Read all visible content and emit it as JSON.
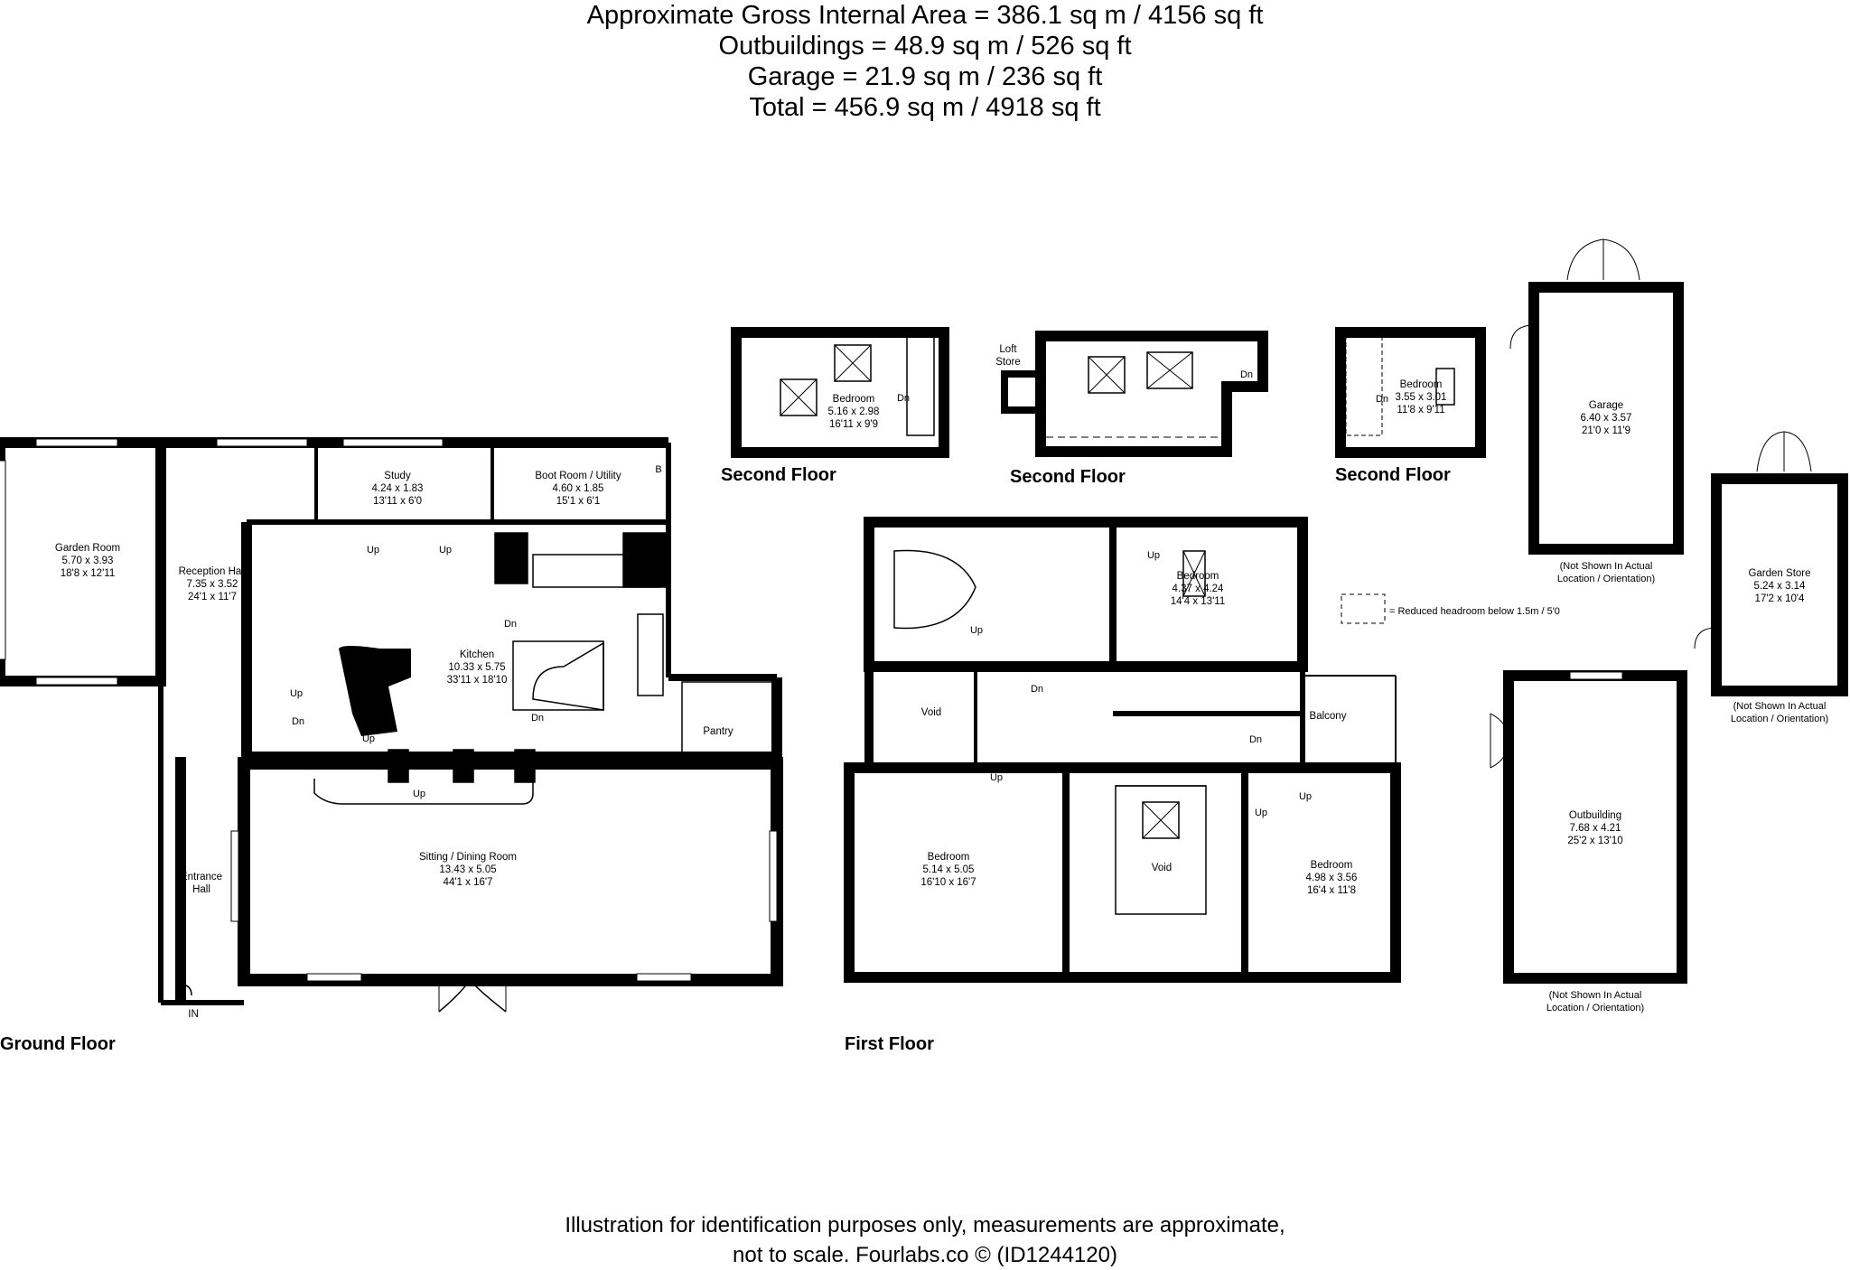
{
  "header": {
    "gross_internal_area": "Approximate Gross Internal Area = 386.1 sq m / 4156 sq ft",
    "outbuildings": "Outbuildings = 48.9 sq m / 526 sq ft",
    "garage": "Garage = 21.9 sq m / 236 sq ft",
    "total": "Total = 456.9 sq m / 4918 sq ft"
  },
  "floors": {
    "ground": "Ground Floor",
    "first": "First Floor",
    "second_a": "Second Floor",
    "second_b": "Second Floor",
    "second_c": "Second Floor"
  },
  "rooms": {
    "garden_room": {
      "name": "Garden Room",
      "metric": "5.70 x 3.93",
      "imperial": "18'8 x 12'11"
    },
    "reception_hall": {
      "name": "Reception Hall",
      "metric": "7.35 x 3.52",
      "imperial": "24'1 x 11'7"
    },
    "study": {
      "name": "Study",
      "metric": "4.24 x 1.83",
      "imperial": "13'11 x 6'0"
    },
    "boot_room": {
      "name": "Boot Room / Utility",
      "metric": "4.60 x 1.85",
      "imperial": "15'1 x 6'1"
    },
    "kitchen": {
      "name": "Kitchen",
      "metric": "10.33 x 5.75",
      "imperial": "33'11 x 18'10"
    },
    "pantry": {
      "name": "Pantry"
    },
    "sitting_dining": {
      "name": "Sitting / Dining Room",
      "metric": "13.43 x 5.05",
      "imperial": "44'1 x 16'7"
    },
    "entrance_hall": {
      "name": "Entrance",
      "name2": "Hall"
    },
    "bedroom_ff_1": {
      "name": "Bedroom",
      "metric": "5.14 x 5.05",
      "imperial": "16'10 x 16'7"
    },
    "bedroom_ff_2": {
      "name": "Bedroom",
      "metric": "4.37 x 4.24",
      "imperial": "14'4 x 13'11"
    },
    "bedroom_ff_3": {
      "name": "Bedroom",
      "metric": "4.98 x 3.56",
      "imperial": "16'4 x 11'8"
    },
    "void_1": {
      "name": "Void"
    },
    "void_2": {
      "name": "Void"
    },
    "balcony": {
      "name": "Balcony"
    },
    "bedroom_sf_1": {
      "name": "Bedroom",
      "metric": "5.16 x 2.98",
      "imperial": "16'11 x 9'9"
    },
    "bedroom_sf_3": {
      "name": "Bedroom",
      "metric": "3.55 x 3.01",
      "imperial": "11'8 x 9'11"
    },
    "loft_store": {
      "name": "Loft",
      "name2": "Store"
    },
    "garage": {
      "name": "Garage",
      "metric": "6.40 x 3.57",
      "imperial": "21'0 x 11'9"
    },
    "garden_store": {
      "name": "Garden Store",
      "metric": "5.24 x 3.14",
      "imperial": "17'2 x 10'4"
    },
    "outbuilding": {
      "name": "Outbuilding",
      "metric": "7.68 x 4.21",
      "imperial": "25'2 x 13'10"
    }
  },
  "stair_labels": {
    "up": "Up",
    "dn": "Dn",
    "in": "IN",
    "b": "B"
  },
  "notes": {
    "not_shown_1": "(Not Shown In Actual",
    "not_shown_2": "Location / Orientation)",
    "reduced_headroom": "= Reduced headroom below 1.5m / 5'0"
  },
  "footer": {
    "line1": "Illustration for identification purposes only, measurements are approximate,",
    "line2": "not to scale. Fourlabs.co © (ID1244120)"
  }
}
